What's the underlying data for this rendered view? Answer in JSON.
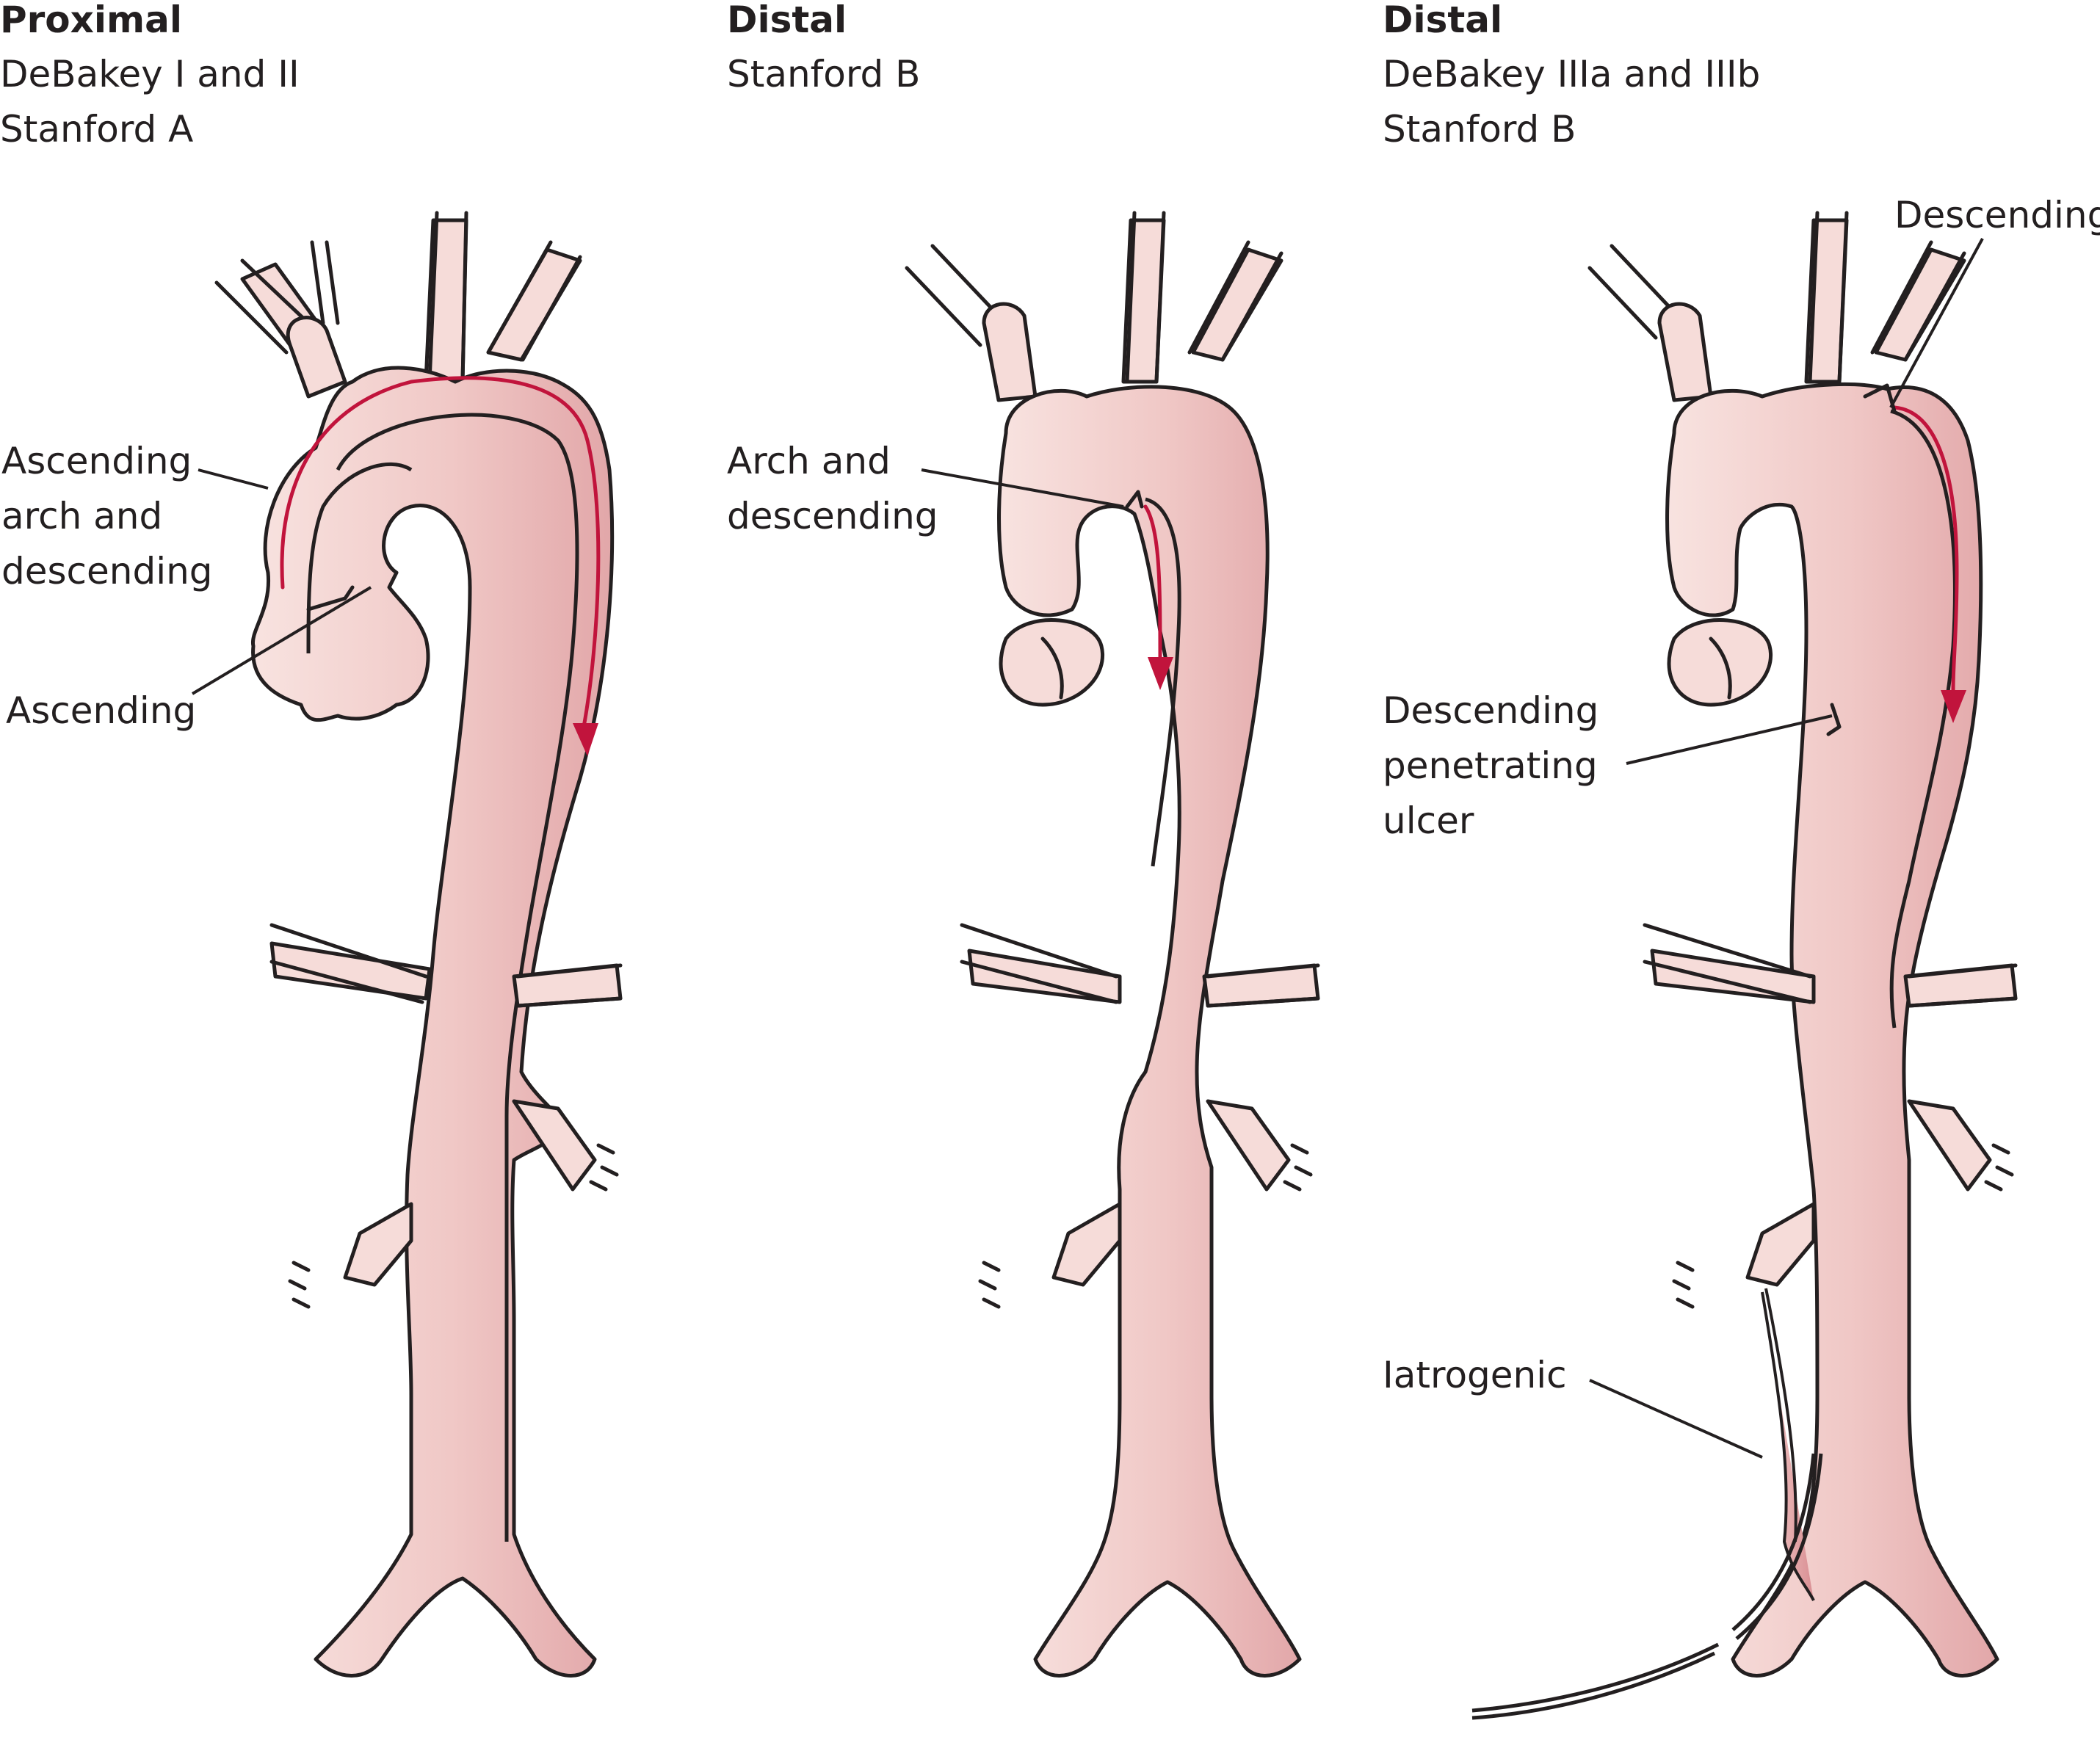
{
  "colors": {
    "vessel_fill_light": "#f8e3e0",
    "vessel_fill_dark": "#e8b0b0",
    "outline": "#231f20",
    "flow_arrow": "#c1143c"
  },
  "panels": [
    {
      "heading": "Proximal",
      "lines": [
        "DeBakey I and II",
        "Stanford A"
      ],
      "labels": [
        {
          "lines": [
            "Ascending",
            "arch and",
            "descending"
          ]
        },
        {
          "lines": [
            "Ascending"
          ]
        }
      ]
    },
    {
      "heading": "Distal",
      "lines": [
        "Stanford B"
      ],
      "labels": [
        {
          "lines": [
            "Arch and",
            "descending"
          ]
        }
      ]
    },
    {
      "heading": "Distal",
      "lines": [
        "DeBakey IIIa and IIIb",
        "Stanford B"
      ],
      "labels": [
        {
          "lines": [
            "Descending"
          ]
        },
        {
          "lines": [
            "Descending",
            "penetrating",
            "ulcer"
          ]
        },
        {
          "lines": [
            "Iatrogenic"
          ]
        }
      ]
    }
  ]
}
